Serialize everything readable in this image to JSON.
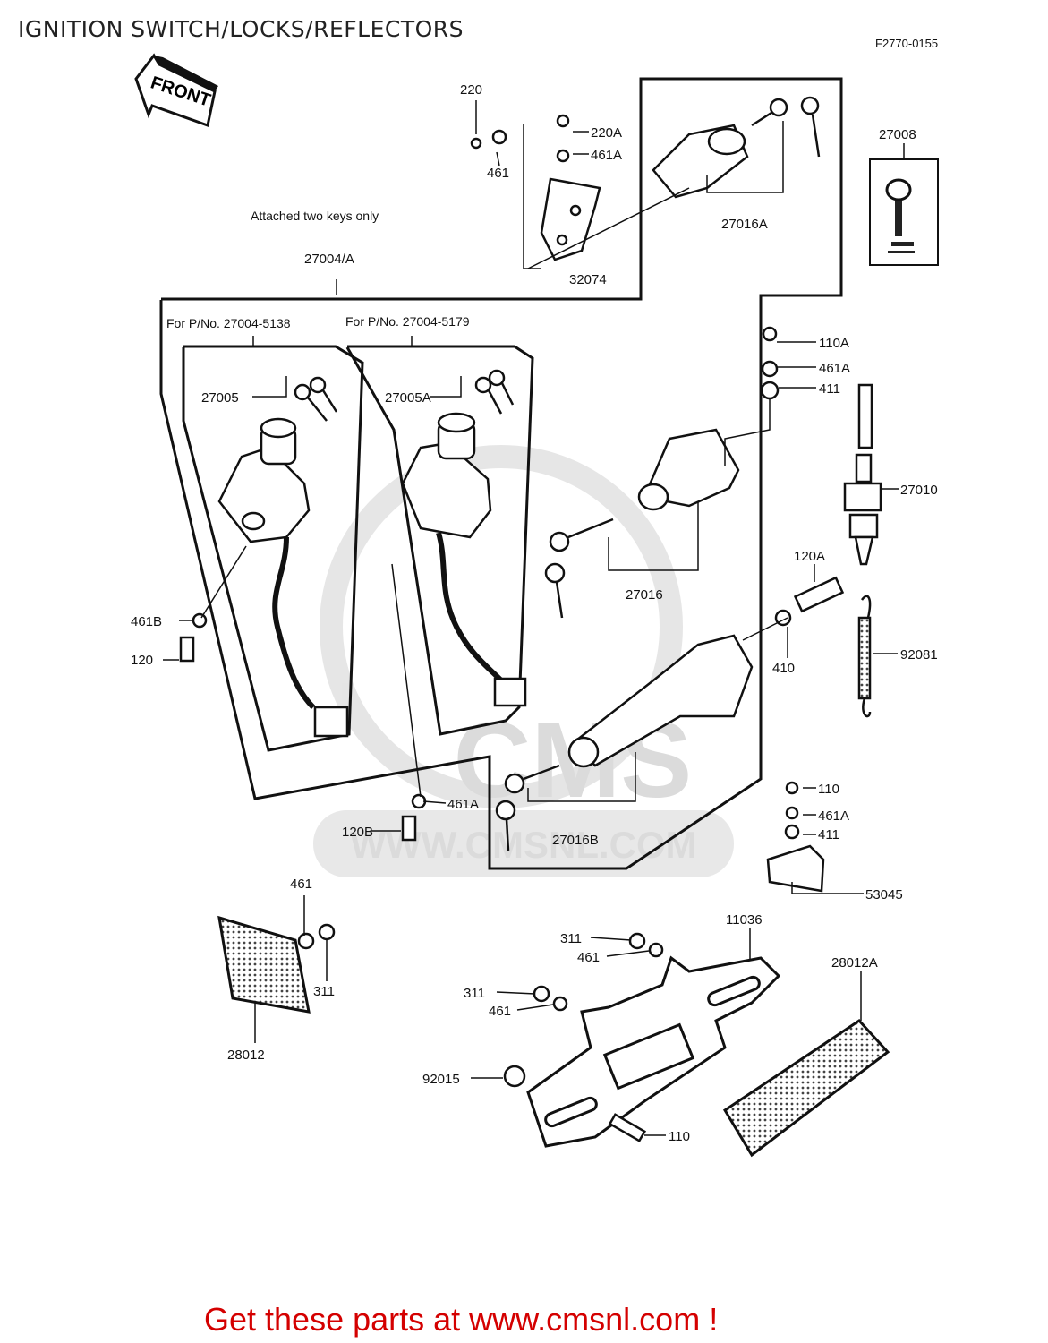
{
  "header": {
    "title": "IGNITION SWITCH/LOCKS/REFLECTORS",
    "code": "F2770-0155"
  },
  "diagram": {
    "front_label": "FRONT",
    "note_keys": "Attached two keys only",
    "group_27004": "27004/A",
    "note_5138": "For P/No. 27004-5138",
    "note_5179": "For P/No. 27004-5179",
    "watermark": "WWW.CMSNL.COM",
    "watermark_logo": "CMS",
    "parts": {
      "p220": "220",
      "p461_top": "461",
      "p220A": "220A",
      "p461A_top": "461A",
      "p32074": "32074",
      "p27016A": "27016A",
      "p27008": "27008",
      "p27005": "27005",
      "p27005A": "27005A",
      "p110A": "110A",
      "p461A_mid": "461A",
      "p411_mid": "411",
      "p27010": "27010",
      "p27016": "27016",
      "p120A": "120A",
      "p410": "410",
      "p92081": "92081",
      "p461B": "461B",
      "p120": "120",
      "p461A_low": "461A",
      "p120B": "120B",
      "p27016B": "27016B",
      "p110_right": "110",
      "p461A_right": "461A",
      "p411_right": "411",
      "p53045": "53045",
      "p461_refl": "461",
      "p311_refl": "311",
      "p28012": "28012",
      "p11036": "11036",
      "p311_a": "311",
      "p461_a": "461",
      "p311_b": "311",
      "p461_b": "461",
      "p28012A": "28012A",
      "p92015": "92015",
      "p110_bottom": "110"
    }
  },
  "footer": {
    "link_text": "Get these parts at www.cmsnl.com !"
  }
}
